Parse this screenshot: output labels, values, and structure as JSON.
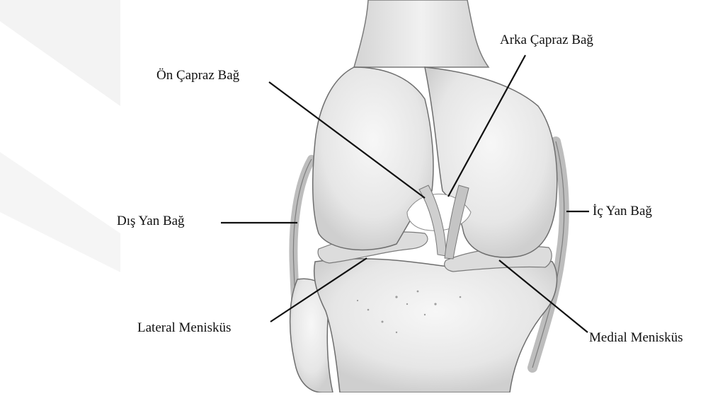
{
  "labels": {
    "acl": "Ön Çapraz Bağ",
    "pcl": "Arka Çapraz Bağ",
    "lcl": "Dış Yan Bağ",
    "mcl": "İç Yan Bağ",
    "lateral_meniscus": "Lateral Menisküs",
    "medial_meniscus": "Medial Menisküs"
  },
  "colors": {
    "bone_fill": "#eeeeee",
    "bone_outline": "#6e6e6e",
    "ligament": "#c9c9c9",
    "leader_line": "#111111",
    "watermark": "#f2f2f2"
  }
}
